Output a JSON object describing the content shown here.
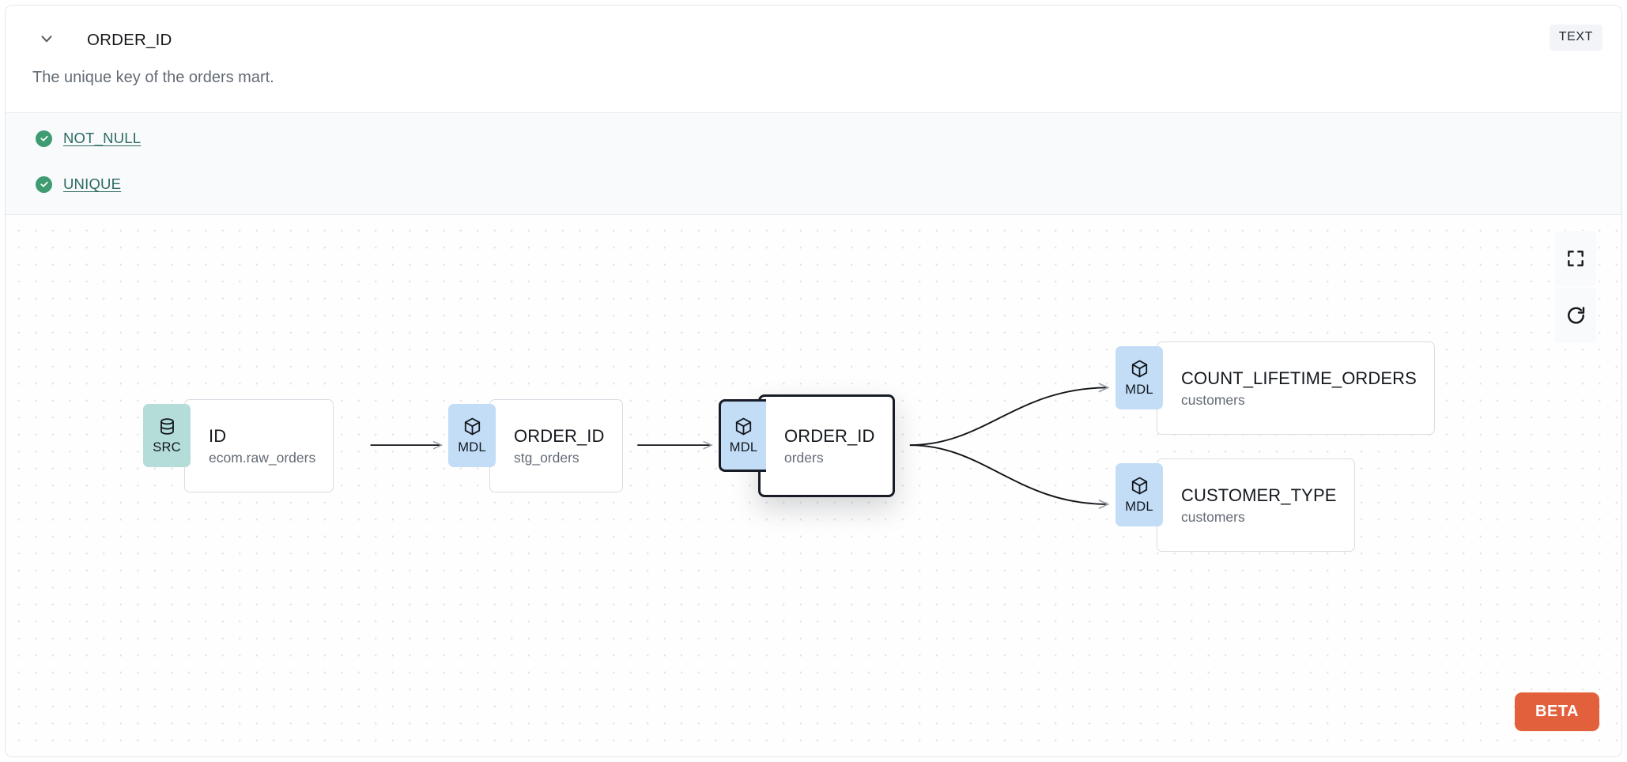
{
  "header": {
    "collapse_icon": "chevron-down-icon",
    "title": "ORDER_ID",
    "type_badge": "TEXT"
  },
  "description": "The unique key of the orders mart.",
  "tests": [
    {
      "status_icon": "check-circle-icon",
      "label": "NOT_NULL",
      "passing": true
    },
    {
      "status_icon": "check-circle-icon",
      "label": "UNIQUE",
      "passing": true
    }
  ],
  "lineage": {
    "nodes": [
      {
        "id": "src",
        "badge": "SRC",
        "badge_icon": "database-icon",
        "name": "ID",
        "parent": "ecom.raw_orders",
        "selected": false
      },
      {
        "id": "stg",
        "badge": "MDL",
        "badge_icon": "cube-icon",
        "name": "ORDER_ID",
        "parent": "stg_orders",
        "selected": false
      },
      {
        "id": "ord",
        "badge": "MDL",
        "badge_icon": "cube-icon",
        "name": "ORDER_ID",
        "parent": "orders",
        "selected": true
      },
      {
        "id": "clo",
        "badge": "MDL",
        "badge_icon": "cube-icon",
        "name": "COUNT_LIFETIME_ORDERS",
        "parent": "customers",
        "selected": false
      },
      {
        "id": "ctype",
        "badge": "MDL",
        "badge_icon": "cube-icon",
        "name": "CUSTOMER_TYPE",
        "parent": "customers",
        "selected": false
      }
    ],
    "edges": [
      {
        "from": "src",
        "to": "stg"
      },
      {
        "from": "stg",
        "to": "ord"
      },
      {
        "from": "ord",
        "to": "clo"
      },
      {
        "from": "ord",
        "to": "ctype"
      }
    ],
    "controls": [
      {
        "name": "fit-view-button",
        "icon": "fullscreen-icon"
      },
      {
        "name": "refresh-button",
        "icon": "refresh-icon"
      }
    ],
    "beta_badge": "BETA"
  },
  "colors": {
    "src_badge": "#b4dcd8",
    "mdl_badge": "#c3ddf7",
    "test_pass": "#3f9c72",
    "test_link": "#2d6a63",
    "beta": "#e2613c",
    "selected_border": "#171c26"
  }
}
